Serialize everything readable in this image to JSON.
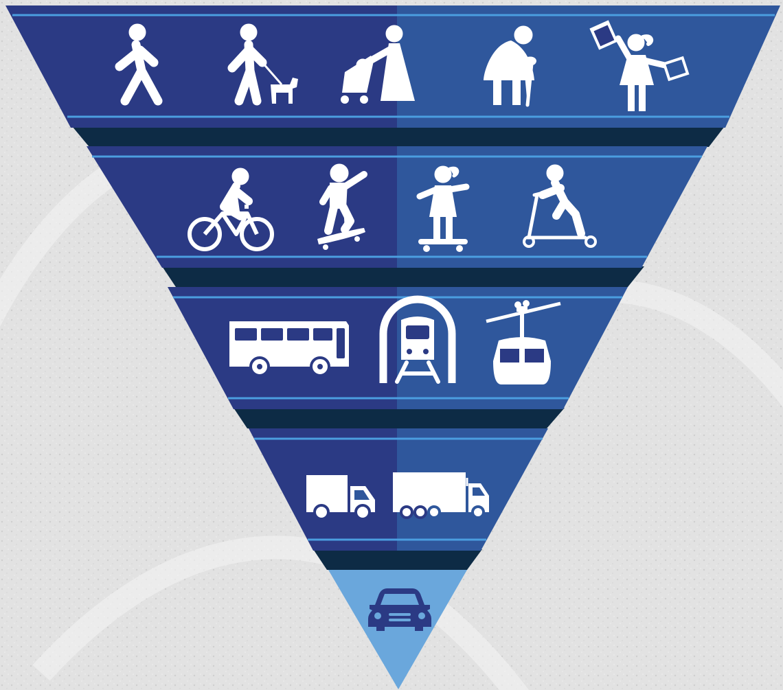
{
  "colors": {
    "background": "#e4e4e4",
    "tier_left": "#2b3a84",
    "tier_right": "#2f579c",
    "tier_stripe": "#4b9ee0",
    "tier_shadow": "#0d2b45",
    "bottom_tier_fill": "#6aa7dc",
    "icon_light": "#ffffff",
    "icon_dark": "#2b3a84"
  },
  "pyramid": {
    "orientation": "inverted",
    "tiers": [
      {
        "level": 1,
        "icons": [
          "pedestrian-walking-icon",
          "person-walking-dog-icon",
          "person-pushing-stroller-icon",
          "elderly-person-with-cane-icon",
          "person-carrying-shopping-bags-icon"
        ]
      },
      {
        "level": 2,
        "icons": [
          "cyclist-icon",
          "skateboarder-icon",
          "child-on-skateboard-icon",
          "kick-scooter-rider-icon"
        ]
      },
      {
        "level": 3,
        "icons": [
          "bus-icon",
          "metro-train-icon",
          "cable-car-icon"
        ]
      },
      {
        "level": 4,
        "icons": [
          "delivery-van-icon",
          "freight-truck-icon"
        ]
      },
      {
        "level": 5,
        "icons": [
          "private-car-icon"
        ]
      }
    ]
  }
}
